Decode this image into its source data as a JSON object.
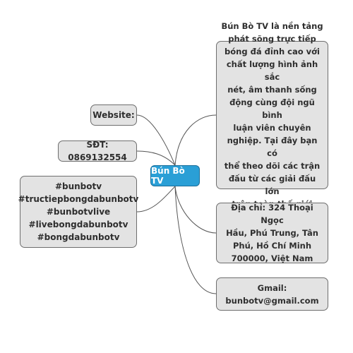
{
  "center": {
    "label": "Bún Bò TV"
  },
  "left_branches": {
    "website": {
      "label": "Website:"
    },
    "phone": {
      "label": "SĐT: 0869132554"
    },
    "hashtags": {
      "lines": [
        "#bunbotv",
        "#tructiepbongdabunbotv",
        "#bunbotvlive",
        "#livebongdabunbotv",
        "#bongdabunbotv"
      ]
    }
  },
  "right_branches": {
    "description": {
      "lines": [
        "Bún Bò TV là nền tảng",
        "phát sõng trực tiếp",
        "bóng đá đỉnh cao với",
        "chất lượng hình ảnh sắc",
        "nét, âm thanh sống",
        "động cùng đội ngũ bình",
        "luận viên chuyên",
        "nghiệp. Tại đây bạn có",
        "thể theo dõi các trận",
        "đấu từ các giải đấu lớn",
        "trên toàn thế giới"
      ]
    },
    "address": {
      "lines": [
        "Địa chỉ: 324 Thoại Ngọc",
        "Hầu, Phú Trung, Tân",
        "Phú, Hồ Chí Minh",
        "700000, Việt Nam"
      ]
    },
    "gmail": {
      "lines": [
        "Gmail:",
        "bunbotv@gmail.com"
      ]
    }
  },
  "colors": {
    "center_fill": "#2a9fd6",
    "node_fill": "#e3e3e3",
    "node_border": "#6e6e6e",
    "connector": "#555555"
  }
}
